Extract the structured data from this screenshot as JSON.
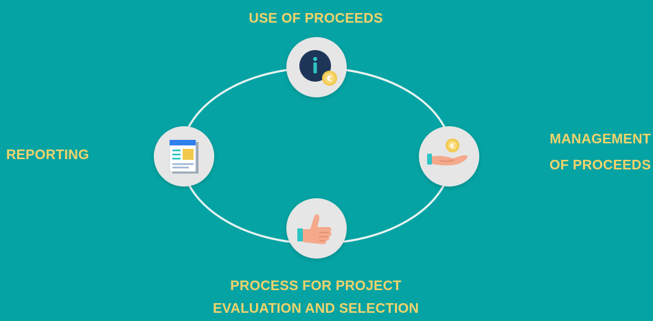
{
  "labels": {
    "top": "USE OF PROCEEDS",
    "right_line1": "MANAGEMENT",
    "right_line2": "OF PROCEEDS",
    "bottom_line1": "PROCESS FOR PROJECT",
    "bottom_line2": "EVALUATION AND SELECTION",
    "left": "REPORTING"
  },
  "icons": {
    "top": "info-coin-icon",
    "right": "hand-coin-icon",
    "bottom": "thumbs-up-icon",
    "left": "report-document-icon"
  },
  "colors": {
    "background": "#05a3a3",
    "label": "#f2d36b",
    "ring": "#e9f2f2",
    "node": "#e6e6e6"
  }
}
